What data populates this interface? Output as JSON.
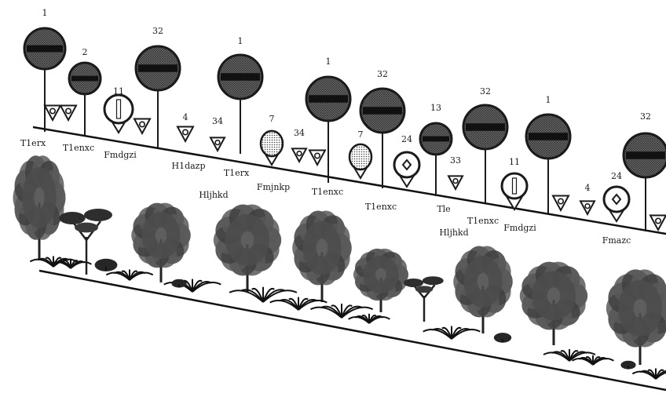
{
  "symbols": [
    {
      "kind": "circle-large",
      "number": "1",
      "label": "T1erx"
    },
    {
      "kind": "circle-small",
      "number": "2",
      "label": "T1enxc"
    },
    {
      "kind": "ring-bar",
      "number": "11",
      "label": "Fmdgzi"
    },
    {
      "kind": "circle-large",
      "number": "32",
      "label": ""
    },
    {
      "kind": "triangle",
      "number": "4",
      "label": "H1dazp"
    },
    {
      "kind": "triangle",
      "number": "34",
      "label": "Hljhkd"
    },
    {
      "kind": "circle-large",
      "number": "1",
      "label": "T1erx"
    },
    {
      "kind": "bulb-dotted",
      "number": "7",
      "label": "Fmjnkp"
    },
    {
      "kind": "triangle",
      "number": "34",
      "label": ""
    },
    {
      "kind": "circle-large",
      "number": "1",
      "label": "T1enxc"
    },
    {
      "kind": "bulb-dotted",
      "number": "7",
      "label": ""
    },
    {
      "kind": "circle-large",
      "number": "32",
      "label": "T1enxc"
    },
    {
      "kind": "ring-diamond",
      "number": "24",
      "label": ""
    },
    {
      "kind": "circle-small",
      "number": "13",
      "label": "Tle"
    },
    {
      "kind": "triangle",
      "number": "33",
      "label": "Hljhkd"
    },
    {
      "kind": "circle-large",
      "number": "32",
      "label": "T1enxc"
    },
    {
      "kind": "ring-bar",
      "number": "11",
      "label": "Fmdgzi"
    },
    {
      "kind": "circle-large",
      "number": "1",
      "label": ""
    },
    {
      "kind": "triangle",
      "number": "4",
      "label": ""
    },
    {
      "kind": "ring-diamond",
      "number": "24",
      "label": "Fmazc"
    },
    {
      "kind": "circle-large",
      "number": "32",
      "label": ""
    }
  ],
  "colors": {
    "ink": "#1a1a1a",
    "fill": "#5a5a5a",
    "foliage": "#4d4d4d",
    "paper": "#ffffff"
  }
}
